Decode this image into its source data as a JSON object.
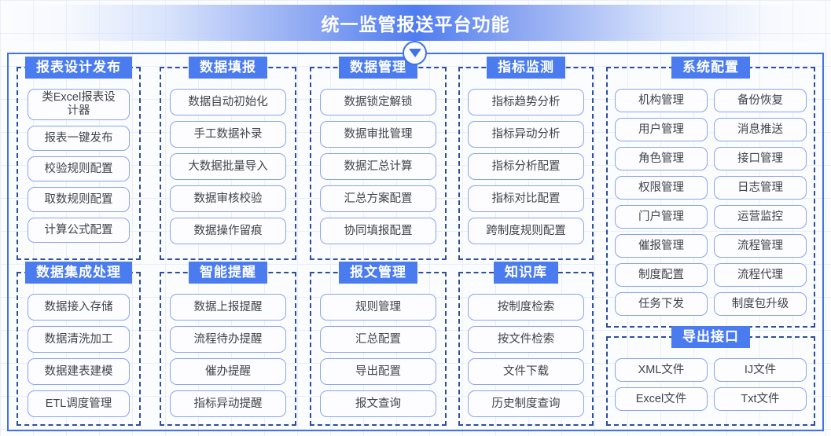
{
  "header": {
    "title": "统一监管报送平台功能",
    "banner_gradient_center": "#4f7cf0",
    "title_color": "#ffffff"
  },
  "arrow_marker": {
    "icon": "triangle-down-icon",
    "color": "#4272e8"
  },
  "theme": {
    "group_title_bg": "#4b7cef",
    "group_border": "#2f4f9e",
    "pill_border": "#89a4ef",
    "pill_bg": "#fdfdff",
    "pill_text": "#3f434b",
    "frame_border": "#4272e8",
    "page_bg": "#fbfcfe",
    "grid_line": "#e4e9f4"
  },
  "groups": [
    {
      "id": "report-design",
      "title": "报表设计发布",
      "items": [
        "类Excel报表设\n计器",
        "报表一键发布",
        "校验规则配置",
        "取数规则配置",
        "计算公式配置"
      ]
    },
    {
      "id": "data-entry",
      "title": "数据填报",
      "items": [
        "数据自动初始化",
        "手工数据补录",
        "大数据批量导入",
        "数据审核校验",
        "数据操作留痕"
      ]
    },
    {
      "id": "data-mgmt",
      "title": "数据管理",
      "items": [
        "数据锁定解锁",
        "数据审批管理",
        "数据汇总计算",
        "汇总方案配置",
        "协同填报配置"
      ]
    },
    {
      "id": "indicator",
      "title": "指标监测",
      "items": [
        "指标趋势分析",
        "指标异动分析",
        "指标分析配置",
        "指标对比配置",
        "跨制度规则配置"
      ]
    },
    {
      "id": "data-integr",
      "title": "数据集成处理",
      "items": [
        "数据接入存储",
        "数据清洗加工",
        "数据建表建模",
        "ETL调度管理"
      ]
    },
    {
      "id": "smart-remind",
      "title": "智能提醒",
      "items": [
        "数据上报提醒",
        "流程待办提醒",
        "催办提醒",
        "指标异动提醒"
      ]
    },
    {
      "id": "message-mgmt",
      "title": "报文管理",
      "items": [
        "规则管理",
        "汇总配置",
        "导出配置",
        "报文查询"
      ]
    },
    {
      "id": "knowledge",
      "title": "知识库",
      "items": [
        "按制度检索",
        "按文件检索",
        "文件下载",
        "历史制度查询"
      ]
    },
    {
      "id": "sys-config",
      "title": "系统配置",
      "items": [
        "机构管理",
        "备份恢复",
        "用户管理",
        "消息推送",
        "角色管理",
        "接口管理",
        "权限管理",
        "日志管理",
        "门户管理",
        "运营监控",
        "催报管理",
        "流程管理",
        "制度配置",
        "流程代理",
        "任务下发",
        "制度包升级"
      ]
    },
    {
      "id": "export",
      "title": "导出接口",
      "items": [
        "XML文件",
        "IJ文件",
        "Excel文件",
        "Txt文件"
      ]
    }
  ]
}
